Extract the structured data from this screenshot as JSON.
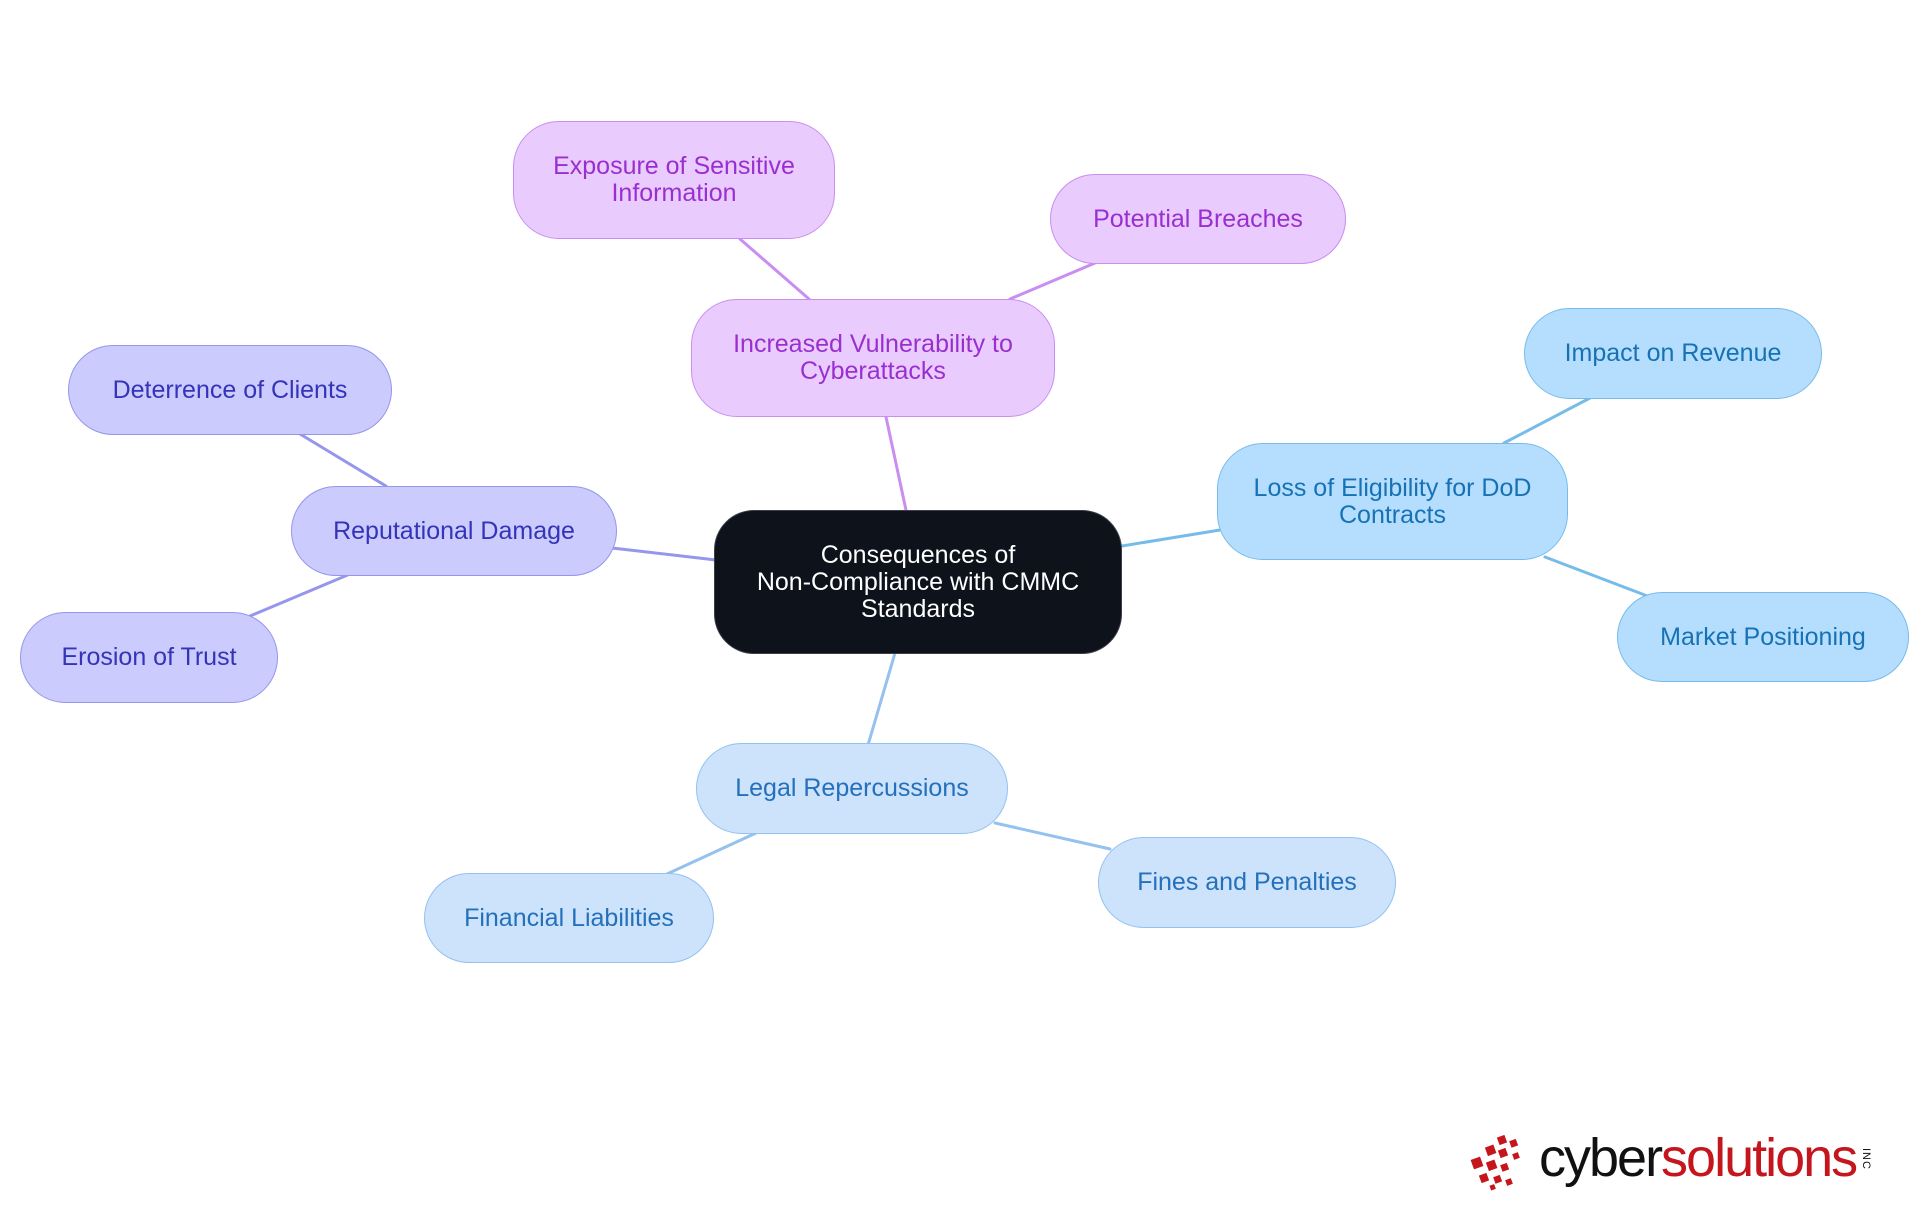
{
  "diagram": {
    "root": {
      "label_line1": "Consequences of",
      "label_line2": "Non-Compliance with CMMC",
      "label_line3": "Standards"
    },
    "branches": {
      "vulnerability": {
        "label_line1": "Increased Vulnerability to",
        "label_line2": "Cyberattacks",
        "children": {
          "exposure": {
            "label_line1": "Exposure of Sensitive",
            "label_line2": "Information"
          },
          "breaches": {
            "label": "Potential Breaches"
          }
        }
      },
      "eligibility": {
        "label_line1": "Loss of Eligibility for DoD",
        "label_line2": "Contracts",
        "children": {
          "revenue": {
            "label": "Impact on Revenue"
          },
          "market": {
            "label": "Market Positioning"
          }
        }
      },
      "legal": {
        "label": "Legal Repercussions",
        "children": {
          "financial": {
            "label": "Financial Liabilities"
          },
          "fines": {
            "label": "Fines and Penalties"
          }
        }
      },
      "reputation": {
        "label": "Reputational Damage",
        "children": {
          "deterrence": {
            "label": "Deterrence of Clients"
          },
          "erosion": {
            "label": "Erosion of Trust"
          }
        }
      }
    },
    "colors": {
      "root": "#0d121b",
      "vulnerability": "#c98ef0",
      "reputation": "#9696ec",
      "eligibility": "#77bce9",
      "legal": "#94c1ee"
    }
  },
  "logo": {
    "word_dark": "cyber",
    "word_red": "solutions",
    "suffix": "INC",
    "colors": {
      "dark": "#111111",
      "red": "#c4161c"
    }
  }
}
